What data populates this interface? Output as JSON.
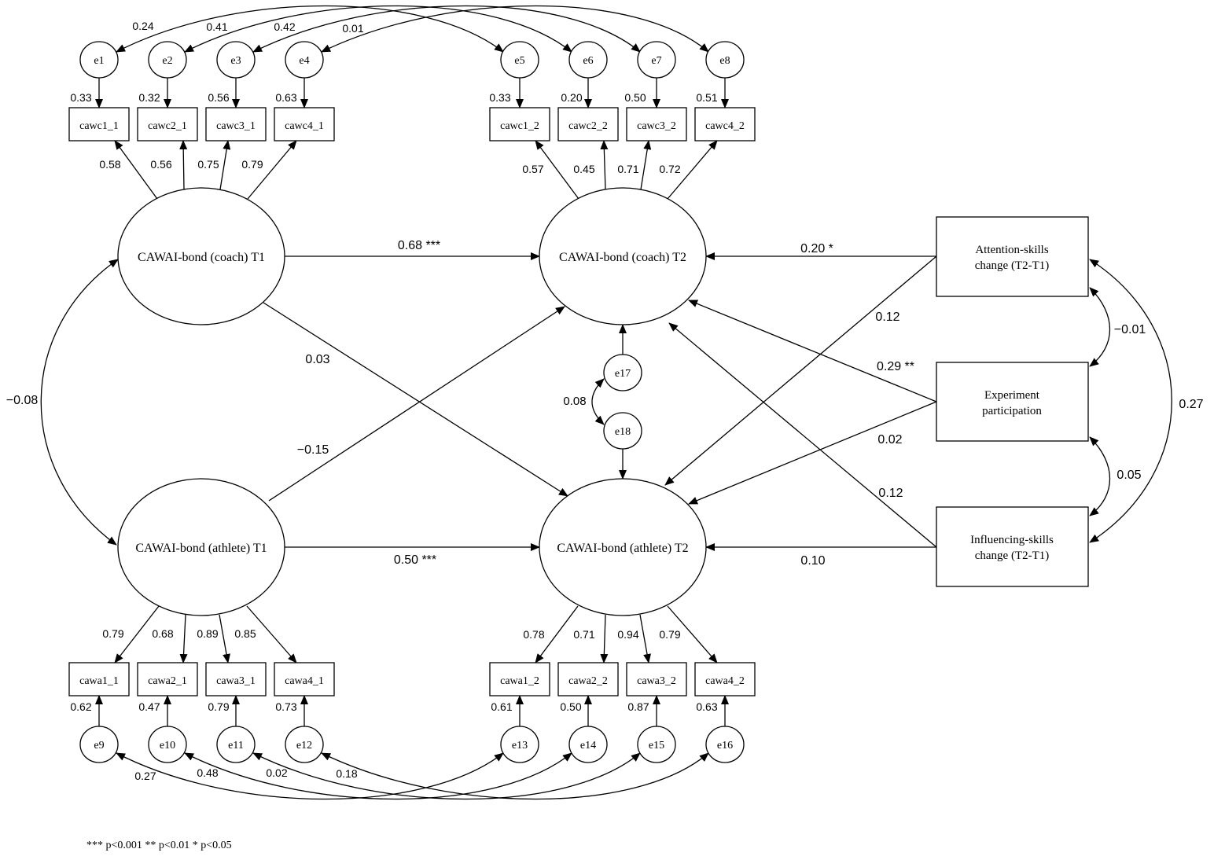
{
  "latent": {
    "coach_t1": "CAWAI-bond (coach) T1",
    "coach_t2": "CAWAI-bond (coach) T2",
    "athlete_t1": "CAWAI-bond (athlete) T1",
    "athlete_t2": "CAWAI-bond (athlete) T2"
  },
  "observed": {
    "attention": [
      "Attention-skills",
      "change (T2-T1)"
    ],
    "experiment": [
      "Experiment",
      "participation"
    ],
    "influencing": [
      "Influencing-skills",
      "change (T2-T1)"
    ]
  },
  "indicators_top": [
    "cawc1_1",
    "cawc2_1",
    "cawc3_1",
    "cawc4_1",
    "cawc1_2",
    "cawc2_2",
    "cawc3_2",
    "cawc4_2"
  ],
  "indicators_bottom": [
    "cawa1_1",
    "cawa2_1",
    "cawa3_1",
    "cawa4_1",
    "cawa1_2",
    "cawa2_2",
    "cawa3_2",
    "cawa4_2"
  ],
  "errors_top": [
    "e1",
    "e2",
    "e3",
    "e4",
    "e5",
    "e6",
    "e7",
    "e8"
  ],
  "errors_bottom": [
    "e9",
    "e10",
    "e11",
    "e12",
    "e13",
    "e14",
    "e15",
    "e16"
  ],
  "errors_struct": [
    "e17",
    "e18"
  ],
  "labels": {
    "top_residual_cov": [
      "0.24",
      "0.41",
      "0.42",
      "0.01"
    ],
    "top_error_paths": [
      "0.33",
      "0.32",
      "0.56",
      "0.63",
      "0.33",
      "0.20",
      "0.50",
      "0.51"
    ],
    "top_loadings": [
      "0.58",
      "0.56",
      "0.75",
      "0.79",
      "0.57",
      "0.45",
      "0.71",
      "0.72"
    ],
    "bottom_loadings": [
      "0.79",
      "0.68",
      "0.89",
      "0.85",
      "0.78",
      "0.71",
      "0.94",
      "0.79"
    ],
    "bottom_error_paths": [
      "0.62",
      "0.47",
      "0.79",
      "0.73",
      "0.61",
      "0.50",
      "0.87",
      "0.63"
    ],
    "bottom_residual_cov": [
      "0.27",
      "0.48",
      "0.02",
      "0.18"
    ],
    "coach_t1_to_coach_t2": "0.68 ***",
    "athlete_t1_to_athlete_t2": "0.50 ***",
    "coach_t1_to_athlete_t2": "0.03",
    "athlete_t1_to_coach_t2": "−0.15",
    "t1_covariance": "−0.08",
    "e17_e18_cov": "0.08",
    "attention_to_coach_t2": "0.20 *",
    "attention_to_athlete_t2": "0.12",
    "experiment_to_coach_t2": "0.29 **",
    "experiment_to_athlete_t2": "0.02",
    "influencing_to_coach_t2": "0.12",
    "influencing_to_athlete_t2": "0.10",
    "cov_attention_experiment": "−0.01",
    "cov_experiment_influencing": "0.05",
    "cov_attention_influencing": "0.27"
  },
  "footnote": "*** p<0.001 ** p<0.01 * p<0.05"
}
